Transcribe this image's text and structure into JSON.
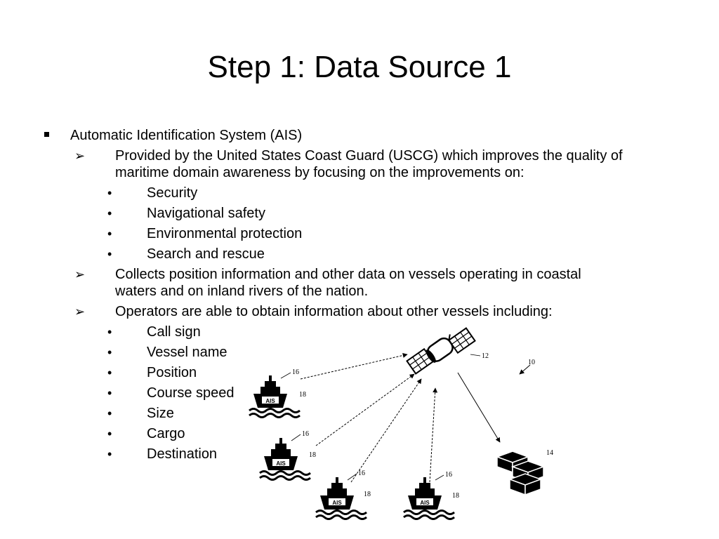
{
  "slide": {
    "title": "Step 1: Data Source 1",
    "bullet_main": "Automatic Identification System (AIS)",
    "sub1": {
      "line1": "Provided by the United States Coast Guard (USCG) which improves the quality of",
      "line2": "maritime domain awareness by focusing on the improvements on:",
      "items": [
        "Security",
        "Navigational safety",
        "Environmental protection",
        "Search and rescue"
      ]
    },
    "sub2": {
      "line1": "Collects position information and other data on vessels operating in coastal",
      "line2": "waters and on inland rivers of the nation."
    },
    "sub3": {
      "line1": "Operators are able to obtain information about other vessels including:",
      "items": [
        "Call sign",
        "Vessel name",
        "Position",
        "Course speed",
        "Size",
        "Cargo",
        "Destination"
      ]
    },
    "markers": {
      "arrow": "➢",
      "dot": "•"
    }
  },
  "figure": {
    "ship_label": "AIS",
    "labels": {
      "satellite": "12",
      "system": "10",
      "station": "14",
      "antenna": "16",
      "hull": "18"
    },
    "icons": [
      "satellite-icon",
      "ship-icon",
      "cargo-containers-icon"
    ]
  }
}
